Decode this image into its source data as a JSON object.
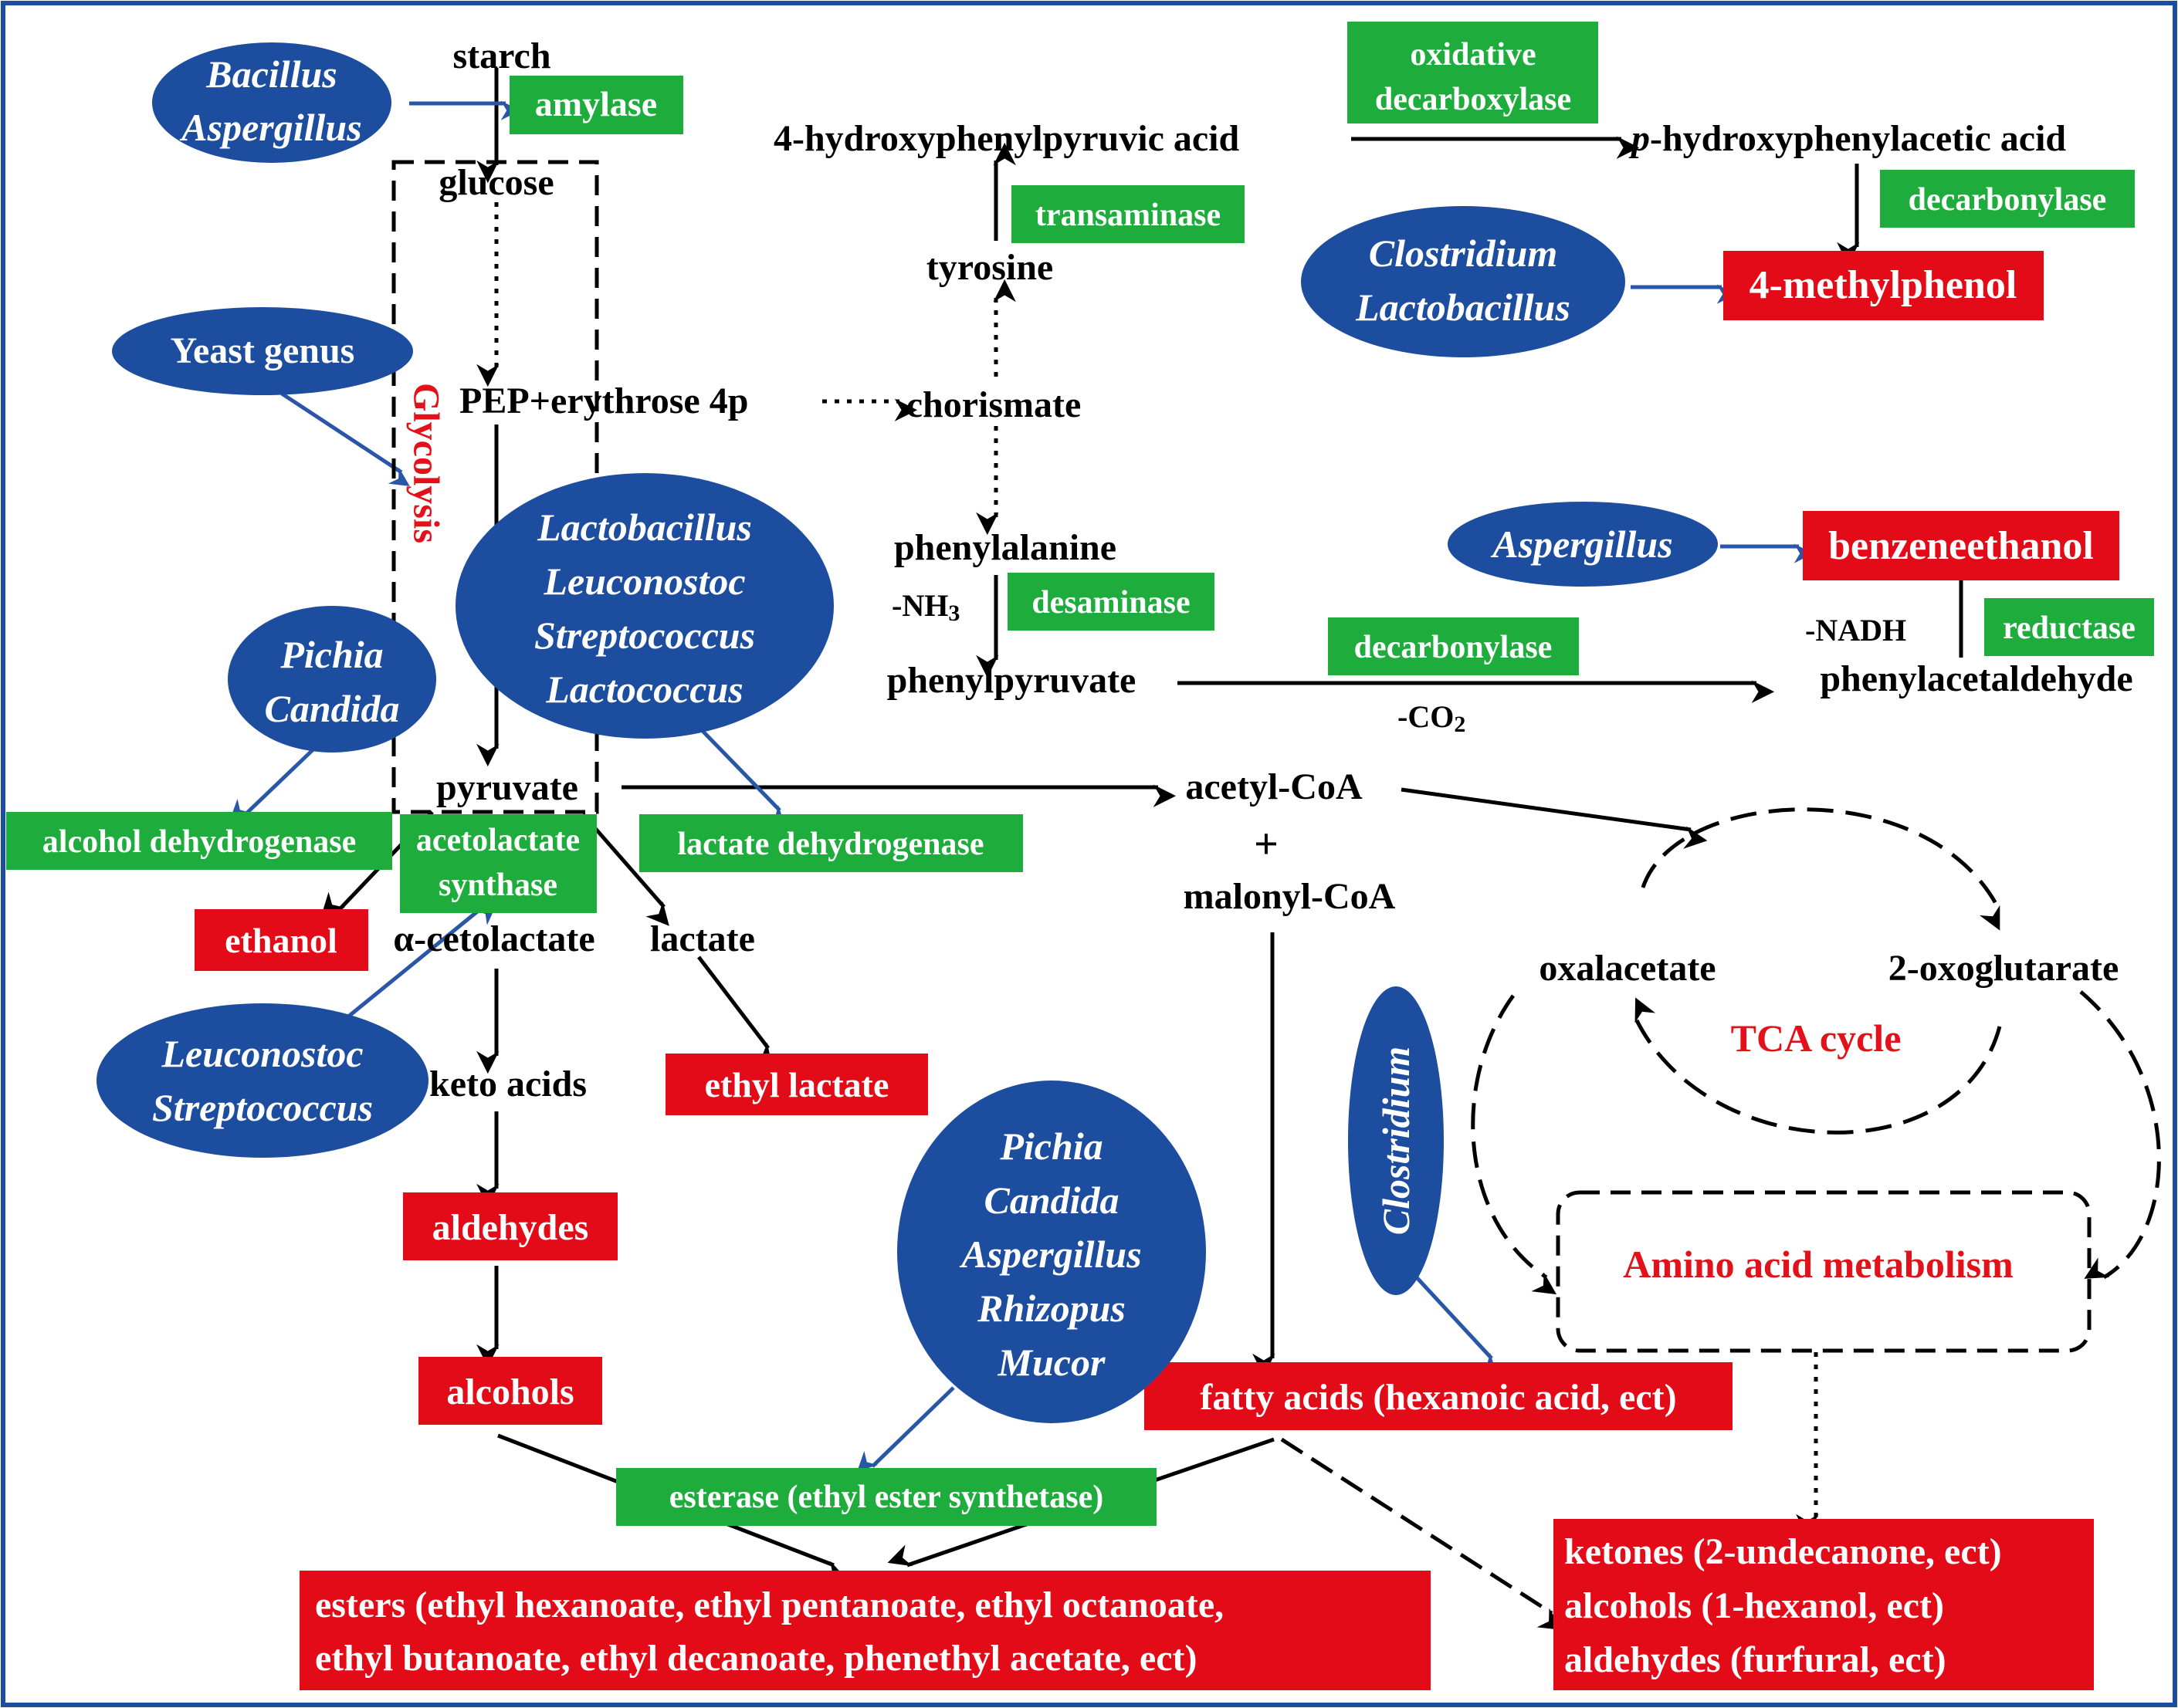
{
  "colors": {
    "organism_fill": "#1d4d9e",
    "enzyme_fill": "#1ead3c",
    "product_fill": "#e30b17",
    "label_red": "#e3121a",
    "arrow_black": "#000000",
    "arrow_blue": "#2a56a8",
    "frame": "#1d4d9e"
  },
  "organisms": {
    "bacillus_aspergillus": [
      "Bacillus",
      "Aspergillus"
    ],
    "yeast": [
      "Yeast genus"
    ],
    "pichia_candida_top": [
      "Pichia",
      "Candida"
    ],
    "lab_group": [
      "Lactobacillus",
      "Leuconostoc",
      "Streptococcus",
      "Lactococcus"
    ],
    "leuconostoc_streptococcus": [
      "Leuconostoc",
      "Streptococcus"
    ],
    "clostridium_lactobacillus": [
      "Clostridium",
      "Lactobacillus"
    ],
    "aspergillus": [
      "Aspergillus"
    ],
    "clostridium": [
      "Clostridium"
    ],
    "fungi_group": [
      "Pichia",
      "Candida",
      "Aspergillus",
      "Rhizopus",
      "Mucor"
    ]
  },
  "enzymes": {
    "amylase": "amylase",
    "oxidative_decarboxylase": [
      "oxidative",
      "decarboxylase"
    ],
    "transaminase": "transaminase",
    "decarbonylase_top": "decarbonylase",
    "desaminase": "desaminase",
    "decarbonylase_mid": "decarbonylase",
    "reductase": "reductase",
    "alcohol_dehydrogenase": "alcohol dehydrogenase",
    "acetolactate_synthase": [
      "acetolactate",
      "synthase"
    ],
    "lactate_dehydrogenase": "lactate dehydrogenase",
    "esterase": "esterase (ethyl ester synthetase)"
  },
  "products": {
    "methylphenol": "4-methylphenol",
    "benzeneethanol": "benzeneethanol",
    "ethanol": "ethanol",
    "ethyl_lactate": "ethyl lactate",
    "aldehydes": "aldehydes",
    "alcohols": "alcohols",
    "fatty_acids": "fatty acids (hexanoic acid, ect)",
    "esters": [
      "esters (ethyl hexanoate, ethyl pentanoate, ethyl octanoate,",
      "ethyl butanoate, ethyl decanoate, phenethyl acetate, ect)"
    ],
    "ketones_group": [
      "ketones (2-undecanone, ect)",
      "alcohols (1-hexanol, ect)",
      "aldehydes (furfural, ect)"
    ]
  },
  "metabolites": {
    "starch": "starch",
    "glucose": "glucose",
    "pep_erythrose": "PEP+erythrose 4p",
    "chorismate": "chorismate",
    "hpp_acid": "4-hydroxyphenylpyruvic acid",
    "hpa_prefix": "p",
    "hpa_rest": "-hydroxyphenylacetic acid",
    "tyrosine": "tyrosine",
    "phenylalanine": "phenylalanine",
    "nh3_prefix": "-NH",
    "nh3_sub": "3",
    "phenylpyruvate": "phenylpyruvate",
    "co2_prefix": "-CO",
    "co2_sub": "2",
    "nadh": "-NADH",
    "phenylacetaldehyde": "phenylacetaldehyde",
    "pyruvate": "pyruvate",
    "acetyl_coa": "acetyl-CoA",
    "plus": "+",
    "malonyl_coa": "malonyl-CoA",
    "acetolactate": "α-cetolactate",
    "lactate": "lactate",
    "keto_acids": "keto acids",
    "oxalacetate": "oxalacetate",
    "oxoglutarate": "2-oxoglutarate"
  },
  "labels": {
    "glycolysis": "Glycolysis",
    "tca": "TCA cycle",
    "amino_acid_metabolism": "Amino acid metabolism"
  }
}
